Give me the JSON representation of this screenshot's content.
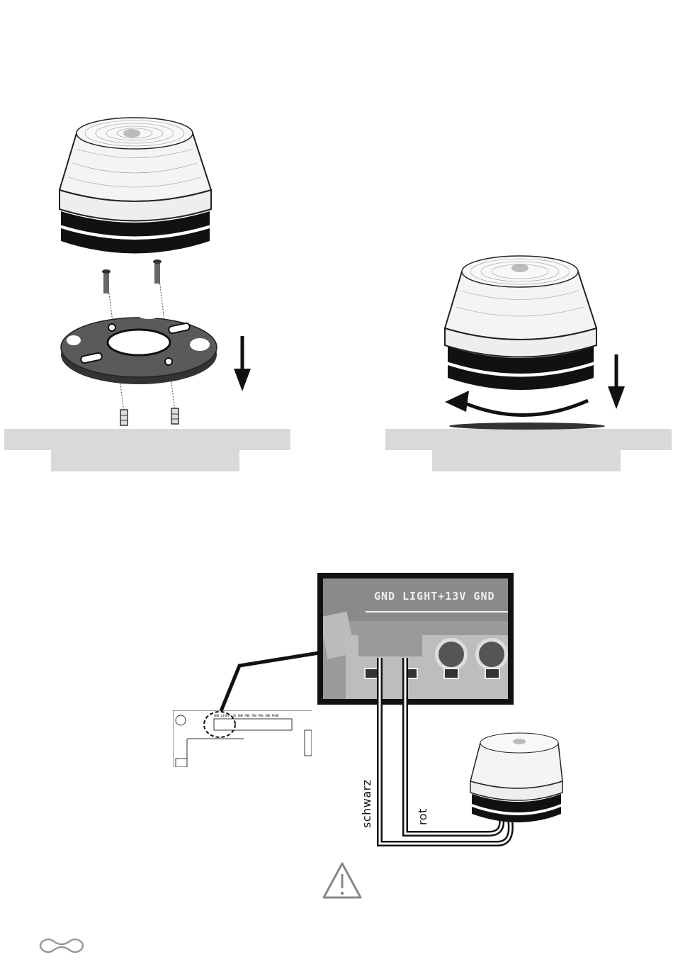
{
  "wiring": {
    "terminal_header": "GND LIGHT+13V GND",
    "wire_black_label": "schwarz",
    "wire_red_label": "rot",
    "board_labels": "GND LIGHT+13V GND PNB TNA PNS GND PHOB"
  },
  "icons": {
    "warning": "warning-triangle-icon",
    "logo": "brand-logo-icon"
  },
  "colors": {
    "ink": "#111111",
    "gray_surface": "#d9d9d9",
    "plate": "#555555",
    "label_box": "#999999"
  }
}
